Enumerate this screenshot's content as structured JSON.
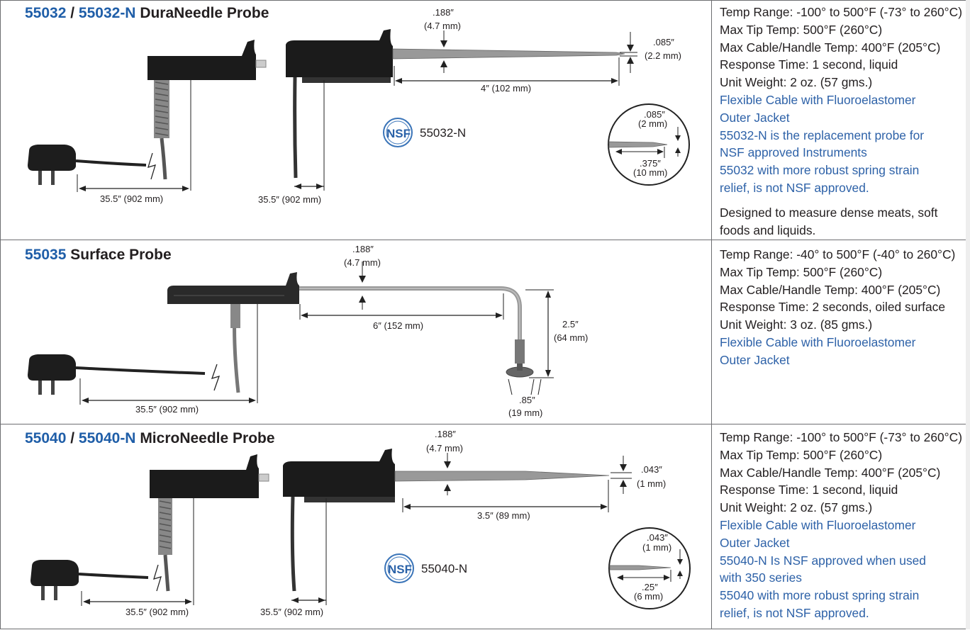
{
  "rows": [
    {
      "code1": "55032",
      "sep": " / ",
      "code2": "55032-N",
      "name": " DuraNeedle Probe",
      "specs": [
        {
          "text": "Temp Range: -100° to 500°F (-73° to 260°C)",
          "style": "plain"
        },
        {
          "text": "Max Tip Temp: 500°F (260°C)",
          "style": "plain"
        },
        {
          "text": "Max Cable/Handle Temp: 400°F (205°C)",
          "style": "plain"
        },
        {
          "text": "Response Time: 1 second, liquid",
          "style": "plain"
        },
        {
          "text": "Unit Weight: 2 oz. (57 gms.)",
          "style": "plain"
        },
        {
          "text": "Flexible Cable with Fluoroelastomer",
          "style": "blue"
        },
        {
          "text": "Outer Jacket",
          "style": "blue"
        },
        {
          "text": "55032-N is the replacement probe for",
          "style": "blue"
        },
        {
          "text": "NSF approved Instruments",
          "style": "blue"
        },
        {
          "text": "55032 with more robust spring strain",
          "style": "blue"
        },
        {
          "text": "relief, is not NSF approved.",
          "style": "blue"
        },
        {
          "text": "Designed to measure dense meats, soft",
          "style": "gap"
        },
        {
          "text": "foods and liquids.",
          "style": "plain"
        }
      ],
      "dims": {
        "diameter": ".188″",
        "diameter_mm": "(4.7 mm)",
        "tip": ".085″",
        "tip_mm": "(2.2 mm)",
        "length": "4″ (102 mm)",
        "cable_left": "35.5″ (902 mm)",
        "cable_right": "35.5″ (902 mm)",
        "detail_tip": ".085″",
        "detail_tip_mm": "(2 mm)",
        "detail_len": ".375″",
        "detail_len_mm": "(10 mm)"
      },
      "nsf_logo": "NSF",
      "nsf_model": "55032-N"
    },
    {
      "code1": "55035",
      "name": " Surface Probe",
      "specs": [
        {
          "text": "Temp Range: -40° to 500°F (-40° to 260°C)",
          "style": "plain"
        },
        {
          "text": "Max Tip Temp: 500°F (260°C)",
          "style": "plain"
        },
        {
          "text": "Max Cable/Handle Temp: 400°F (205°C)",
          "style": "plain"
        },
        {
          "text": "Response Time: 2 seconds, oiled surface",
          "style": "plain"
        },
        {
          "text": "Unit Weight: 3 oz. (85 gms.)",
          "style": "plain"
        },
        {
          "text": "Flexible Cable with Fluoroelastomer",
          "style": "blue"
        },
        {
          "text": "Outer Jacket",
          "style": "blue"
        }
      ],
      "dims": {
        "diameter": ".188″",
        "diameter_mm": "(4.7 mm)",
        "length": "6″ (152 mm)",
        "height": "2.5″",
        "height_mm": "(64 mm)",
        "disc": ".85″",
        "disc_mm": "(19 mm)",
        "cable": "35.5″ (902 mm)"
      }
    },
    {
      "code1": "55040",
      "sep": " / ",
      "code2": "55040-N",
      "name": " MicroNeedle Probe",
      "specs": [
        {
          "text": "Temp Range: -100° to 500°F (-73° to 260°C)",
          "style": "plain"
        },
        {
          "text": "Max Tip Temp: 500°F (260°C)",
          "style": "plain"
        },
        {
          "text": "Max Cable/Handle Temp: 400°F (205°C)",
          "style": "plain"
        },
        {
          "text": "Response Time: 1 second, liquid",
          "style": "plain"
        },
        {
          "text": "Unit Weight: 2 oz. (57 gms.)",
          "style": "plain"
        },
        {
          "text": "Flexible Cable with Fluoroelastomer",
          "style": "blue"
        },
        {
          "text": "Outer Jacket",
          "style": "blue"
        },
        {
          "text": "55040-N Is NSF approved when used",
          "style": "blue"
        },
        {
          "text": "with 350 series",
          "style": "blue"
        },
        {
          "text": "55040 with more robust spring strain",
          "style": "blue"
        },
        {
          "text": "relief, is not NSF approved.",
          "style": "blue"
        }
      ],
      "dims": {
        "diameter": ".188″",
        "diameter_mm": "(4.7 mm)",
        "tip": ".043″",
        "tip_mm": "(1 mm)",
        "length": "3.5″ (89 mm)",
        "cable_left": "35.5″ (902 mm)",
        "cable_right": "35.5″ (902 mm)",
        "detail_tip": ".043″",
        "detail_tip_mm": "(1 mm)",
        "detail_len": ".25″",
        "detail_len_mm": "(6 mm)"
      },
      "nsf_logo": "NSF",
      "nsf_model": "55040-N"
    }
  ]
}
